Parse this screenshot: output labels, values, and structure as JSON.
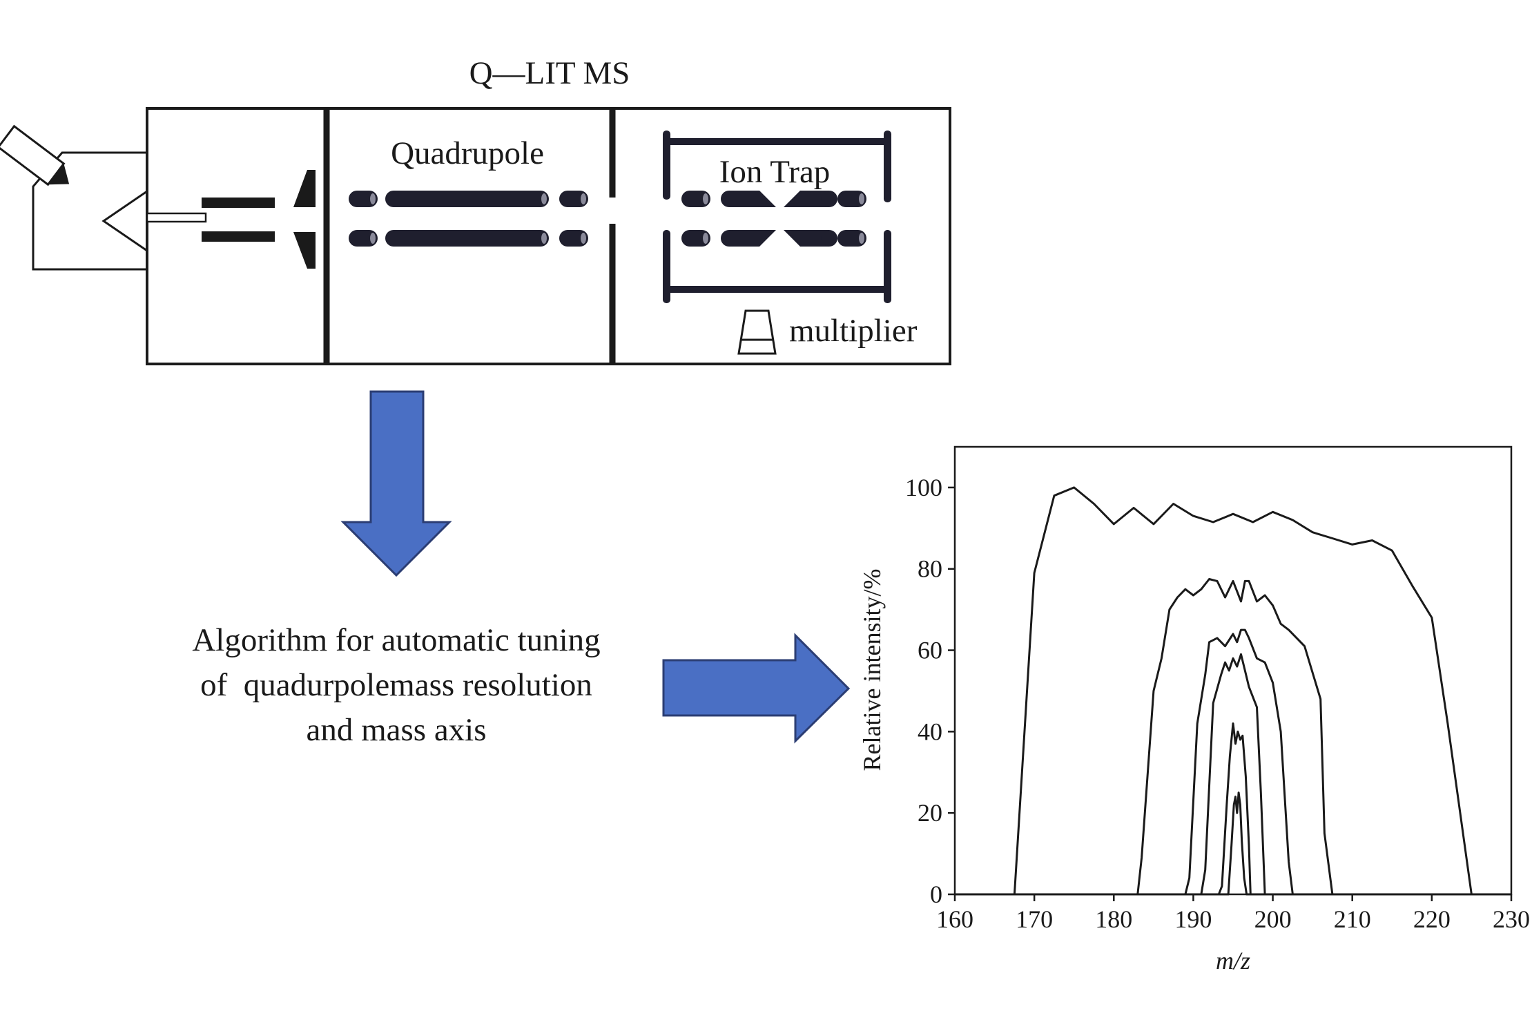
{
  "instrument": {
    "title": "Q—LIT MS",
    "quadrupole_label": "Quadrupole",
    "ion_trap_label": "Ion Trap",
    "multiplier_label": "multiplier"
  },
  "algorithm": {
    "line1": "Algorithm for automatic tuning",
    "line2": "of  quadurpolemass resolution",
    "line3": "and mass axis"
  },
  "colors": {
    "arrow_fill": "#4a6fc4",
    "arrow_stroke": "#2b3d73",
    "line": "#1a1a1a",
    "rod": "#1f1f2e"
  },
  "chart_data": {
    "type": "line",
    "xlabel": "m/z",
    "ylabel": "Relative intensity/%",
    "xlim": [
      160,
      230
    ],
    "ylim": [
      0,
      110
    ],
    "xticks": [
      "160",
      "170",
      "180",
      "190",
      "200",
      "210",
      "220",
      "230"
    ],
    "yticks": [
      "0",
      "20",
      "40",
      "60",
      "80",
      "100"
    ],
    "series": [
      {
        "x": [
          160,
          167.5,
          170,
          172.5,
          175,
          177.5,
          180,
          182.5,
          185,
          187.5,
          190,
          192.5,
          195,
          197.5,
          200,
          202.5,
          205,
          207.5,
          210,
          212.5,
          215,
          217.5,
          220,
          222,
          225,
          230
        ],
        "y": [
          0,
          0,
          79,
          98,
          100,
          96,
          91,
          95,
          91,
          96,
          93,
          91.5,
          93.5,
          91.5,
          94,
          92,
          89,
          87.5,
          86,
          87,
          84.5,
          76,
          68,
          42,
          0,
          0
        ]
      },
      {
        "x": [
          160,
          183,
          183.5,
          185,
          186,
          187,
          188,
          189,
          190,
          191,
          192,
          193,
          194,
          195,
          196,
          196.5,
          197,
          198,
          199,
          200,
          201,
          202,
          204,
          206,
          206.5,
          207.5,
          230
        ],
        "y": [
          0,
          0,
          9,
          50,
          58,
          70,
          73,
          75,
          73.5,
          75,
          77.5,
          77,
          73,
          77,
          72,
          77,
          77,
          72,
          73.5,
          71,
          66.5,
          65,
          61,
          48,
          15,
          0,
          0
        ]
      },
      {
        "x": [
          160,
          189,
          189.5,
          190.5,
          191.5,
          192,
          193,
          194,
          195,
          195.5,
          196,
          196.5,
          197,
          198,
          199,
          200,
          201,
          202,
          202.5,
          230
        ],
        "y": [
          0,
          0,
          4,
          42,
          54,
          62,
          63,
          61,
          64,
          62,
          65,
          65,
          63,
          58,
          57,
          52,
          40,
          8,
          0,
          0
        ]
      },
      {
        "x": [
          160,
          191,
          191.5,
          192.5,
          193.5,
          194,
          194.5,
          195,
          195.5,
          196,
          196.5,
          197,
          198,
          198.5,
          199,
          230
        ],
        "y": [
          0,
          0,
          6,
          47,
          54,
          57,
          55,
          58,
          56,
          59,
          55,
          51,
          46,
          25,
          0,
          0
        ]
      },
      {
        "x": [
          160,
          193.2,
          193.6,
          194.2,
          194.6,
          195,
          195.3,
          195.6,
          195.9,
          196.2,
          196.6,
          197,
          197.2,
          230
        ],
        "y": [
          0,
          0,
          2,
          22,
          34,
          42,
          37,
          40,
          38,
          39,
          29,
          12,
          0,
          0
        ]
      },
      {
        "x": [
          160,
          194.4,
          194.8,
          195.1,
          195.3,
          195.5,
          195.7,
          195.9,
          196.1,
          196.4,
          196.7,
          230
        ],
        "y": [
          0,
          0,
          12,
          22,
          24,
          20,
          25,
          22,
          13,
          4,
          0,
          0
        ]
      }
    ]
  }
}
